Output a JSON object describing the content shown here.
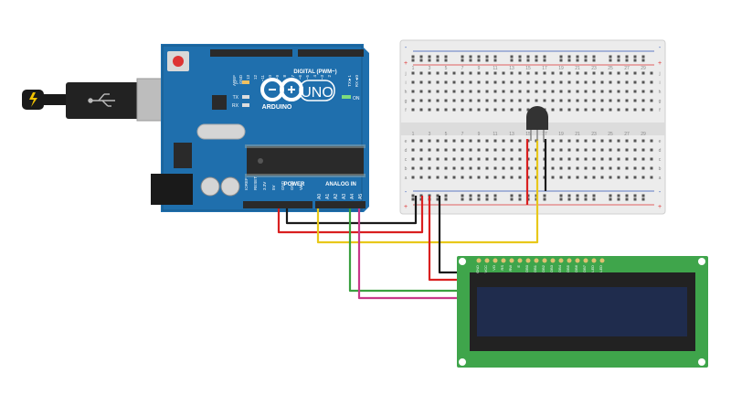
{
  "colors": {
    "board": "#1f6fad",
    "board_dark": "#17588a",
    "header": "#2a2a2a",
    "breadboard": "#ececec",
    "rail_red": "#d33",
    "rail_blue": "#2f55b8",
    "wire_red": "#d92020",
    "wire_black": "#1a1a1a",
    "wire_yellow": "#e8c81a",
    "wire_green": "#3aa040",
    "wire_magenta": "#c8388a",
    "lcd_pcb": "#3fa54b",
    "lcd_screen": "#1f2c4d",
    "sensor": "#333333"
  },
  "arduino": {
    "brand": "ARDUINO",
    "model": "UNO",
    "digital_label": "DIGITAL (PWM~)",
    "power_label": "POWER",
    "analog_label": "ANALOG IN",
    "on_label": "ON",
    "tx_label": "TX",
    "rx_label": "RX",
    "l_label": "L",
    "aref": "AREF",
    "gnd_top": "GND",
    "txrx": "TX►1",
    "rxrx": "RX◄0",
    "digital_pins": [
      "13",
      "12",
      "~11",
      "~10",
      "~9",
      "8",
      "7",
      "~6",
      "~5",
      "4",
      "~3",
      "2"
    ],
    "power_pins": [
      "IOREF",
      "RESET",
      "3.3V",
      "5V",
      "GND",
      "GND",
      "Vin"
    ],
    "analog_pins": [
      "A0",
      "A1",
      "A2",
      "A3",
      "A4",
      "A5"
    ]
  },
  "breadboard": {
    "row_letters_top": [
      "j",
      "i",
      "h",
      "g",
      "f"
    ],
    "row_letters_bottom": [
      "e",
      "d",
      "c",
      "b",
      "a"
    ],
    "column_numbers": [
      "1",
      "3",
      "5",
      "7",
      "9",
      "11",
      "13",
      "15",
      "17",
      "19",
      "21",
      "23",
      "25",
      "27",
      "29"
    ],
    "rail_minus": "-",
    "rail_plus": "+"
  },
  "lcd": {
    "pin_labels": [
      "GND",
      "VCC",
      "VO",
      "RS",
      "RW",
      "E",
      "DB0",
      "DB1",
      "DB2",
      "DB3",
      "DB4",
      "DB5",
      "DB6",
      "DB7",
      "LED",
      "LED"
    ]
  },
  "usb": {
    "icon": "usb-icon",
    "power_icon": "lightning-icon"
  }
}
